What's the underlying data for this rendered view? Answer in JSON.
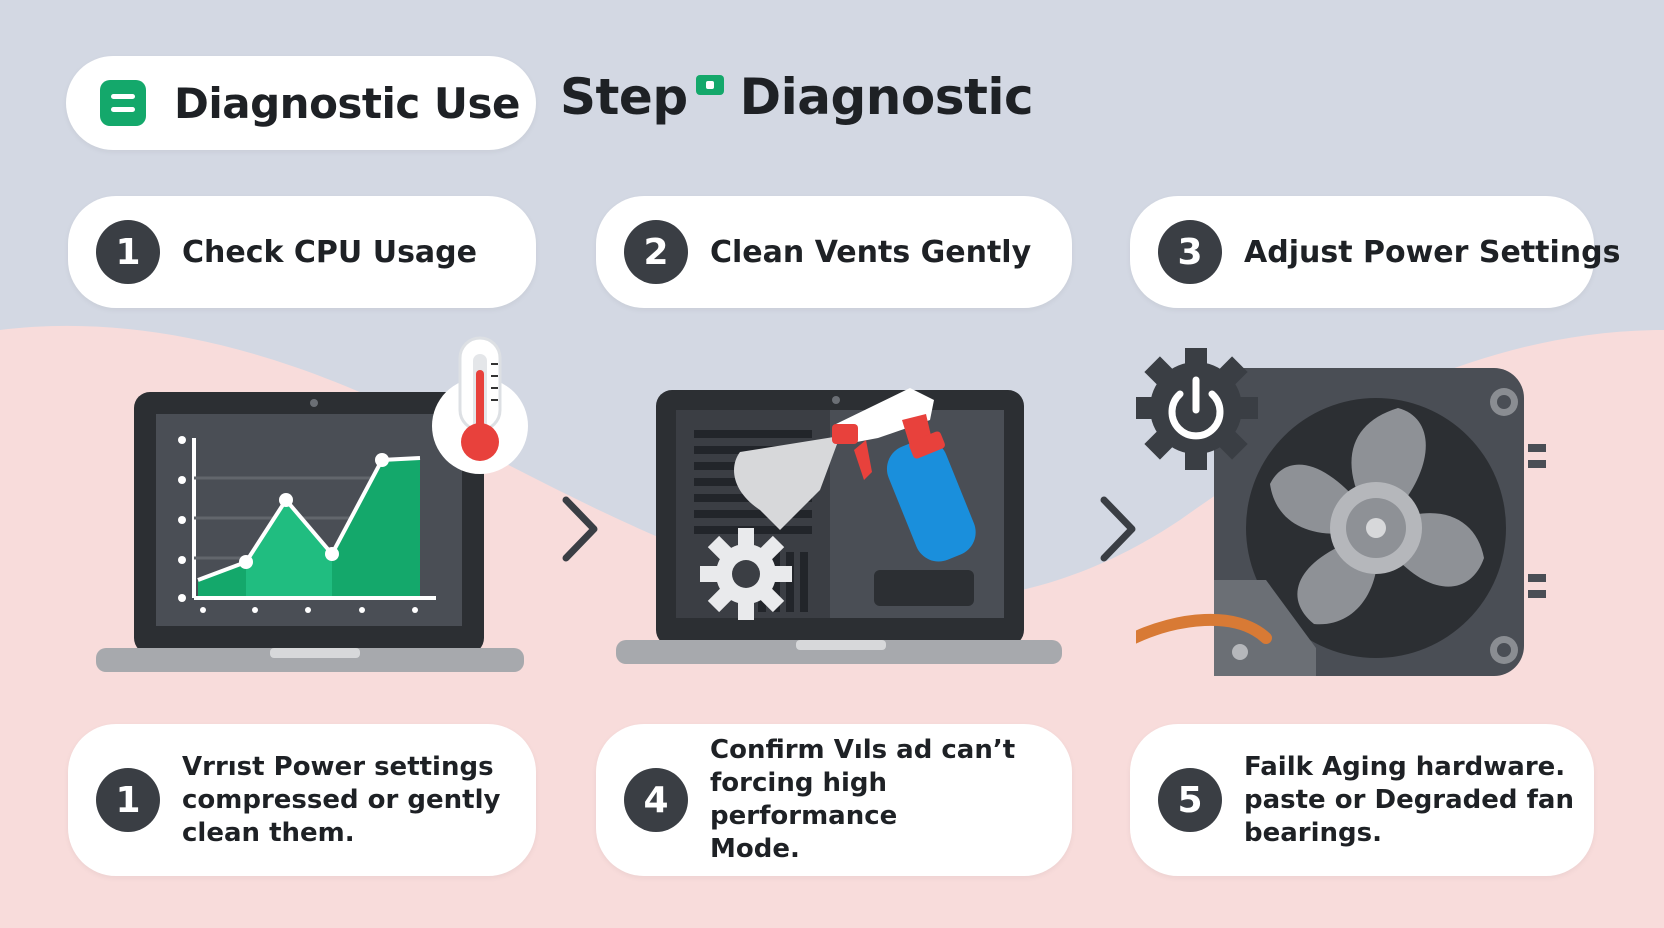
{
  "header": {
    "title": "Diagnostic Use",
    "icon": "list-icon",
    "side_title_part1": "Step",
    "side_title_part2": "Diagnostic"
  },
  "steps": [
    {
      "number": "1",
      "label": "Check CPU Usage"
    },
    {
      "number": "2",
      "label": "Clean Vents Gently"
    },
    {
      "number": "3",
      "label": "Adjust Power Settings"
    }
  ],
  "notes": [
    {
      "number": "1",
      "text": "Vrrıst Power settings\ncompressed or gently\nclean them."
    },
    {
      "number": "4",
      "text": "Confirm Vıls ad can’t\nforcing high performance\nMode."
    },
    {
      "number": "5",
      "text": "Failk Aging hardware.\npaste or Degraded fan\nbearings."
    }
  ],
  "illustrations": [
    {
      "name": "cpu-chart-laptop",
      "icons": [
        "laptop-icon",
        "line-chart-icon",
        "thermometer-icon"
      ]
    },
    {
      "name": "cleaning-laptop",
      "icons": [
        "laptop-icon",
        "spray-bottle-icon",
        "gear-icon"
      ]
    },
    {
      "name": "fan-power",
      "icons": [
        "fan-icon",
        "power-gear-icon"
      ]
    }
  ],
  "colors": {
    "accent_green": "#14a86b",
    "dark_badge": "#3a3e44",
    "bg_top": "#d3d8e3",
    "bg_bottom": "#f8dcdb",
    "thermometer_red": "#e8413c",
    "spray_blue": "#1a8fdc",
    "cable_orange": "#d87a35"
  }
}
